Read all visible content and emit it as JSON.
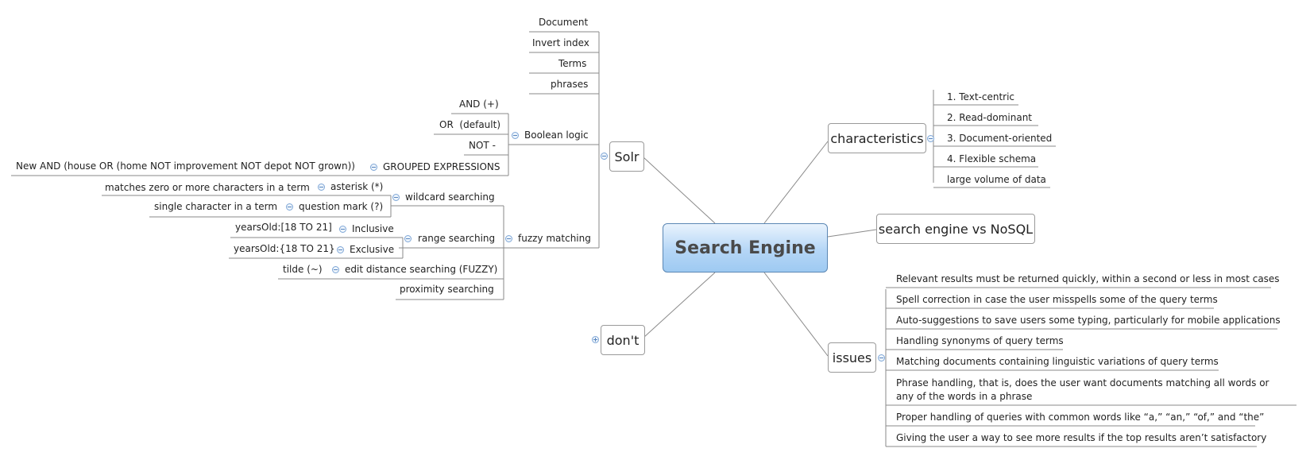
{
  "central": "Search Engine",
  "right": {
    "characteristics": {
      "label": "characteristics",
      "items": [
        "1. Text-centric",
        "2. Read-dominant",
        "3. Document-oriented",
        "4. Flexible schema",
        "large volume of data"
      ]
    },
    "vs": {
      "label": "search engine vs NoSQL"
    },
    "issues": {
      "label": "issues",
      "items": [
        "Relevant results must be returned quickly, within a second or less in most cases",
        "Spell correction in case the user misspells some of the query terms",
        "Auto-suggestions to save users some typing, particularly for mobile applications",
        "Handling synonyms of query terms",
        "Matching documents containing linguistic variations of query terms",
        "Phrase handling, that is, does the user want documents matching all words or any of the words in a phrase",
        "Proper handling of queries with common words like “a,” “an,” “of,” and “the”",
        "Giving the user a way to see more results if the top results aren’t satisfactory"
      ]
    }
  },
  "left": {
    "solr": {
      "label": "Solr",
      "items": [
        "Document",
        "Invert index",
        "Terms",
        "phrases"
      ],
      "boolean": {
        "label": "Boolean logic",
        "items": [
          "AND (+)",
          "OR  (default)",
          "NOT -"
        ],
        "grouped": {
          "label": "GROUPED EXPRESSIONS",
          "example": "New AND (house OR (home NOT improvement NOT depot NOT grown))"
        }
      },
      "fuzzy": {
        "label": "fuzzy matching",
        "wildcard": {
          "label": "wildcard searching",
          "asterisk": {
            "label": "asterisk (*)",
            "desc": "matches zero or more characters in a term"
          },
          "question": {
            "label": "question mark (?)",
            "desc": "single character in a term"
          }
        },
        "range": {
          "label": "range searching",
          "inclusive": {
            "label": "Inclusive",
            "example": "yearsOld:[18 TO 21]"
          },
          "exclusive": {
            "label": "Exclusive",
            "example": "yearsOld:{18 TO 21}"
          }
        },
        "edit": {
          "label": "edit distance searching (FUZZY)",
          "example": "tilde (~)"
        },
        "proximity": {
          "label": "proximity searching"
        }
      }
    },
    "dont": {
      "label": "don't"
    }
  }
}
